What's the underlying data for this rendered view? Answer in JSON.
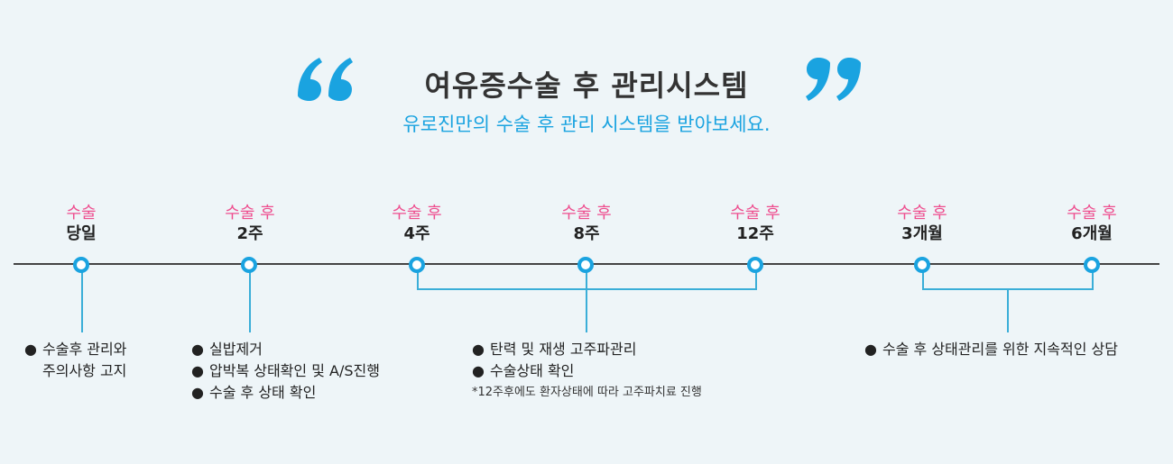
{
  "header": {
    "title": "여유증수술 후 관리시스템",
    "subtitle": "유로진만의 수술 후 관리 시스템을 받아보세요.",
    "quote_color": "#1aa3e0"
  },
  "colors": {
    "stage_top": "#ee4d8e",
    "node": "#1aa3e0",
    "axis": "#444444",
    "background": "#eef5f8"
  },
  "timeline": {
    "stages": [
      {
        "top": "수술",
        "bottom": "당일"
      },
      {
        "top": "수술 후",
        "bottom": "2주"
      },
      {
        "top": "수술 후",
        "bottom": "4주"
      },
      {
        "top": "수술 후",
        "bottom": "8주"
      },
      {
        "top": "수술 후",
        "bottom": "12주"
      },
      {
        "top": "수술 후",
        "bottom": "3개월"
      },
      {
        "top": "수술 후",
        "bottom": "6개월"
      }
    ]
  },
  "notes": {
    "day0": {
      "bullet": "●",
      "line1": "수술후 관리와",
      "line2": "주의사항 고지"
    },
    "week2": {
      "bullet": "●",
      "items": [
        "실밥제거",
        "압박복 상태확인 및 A/S진행",
        "수술 후 상태 확인"
      ]
    },
    "week4to12": {
      "bullet": "●",
      "items": [
        "탄력 및 재생 고주파관리",
        "수술상태 확인"
      ],
      "footnote": "*12주후에도 환자상태에 따라 고주파치료 진행"
    },
    "month3to6": {
      "bullet": "●",
      "items": [
        "수술 후 상태관리를 위한 지속적인 상담"
      ]
    }
  }
}
